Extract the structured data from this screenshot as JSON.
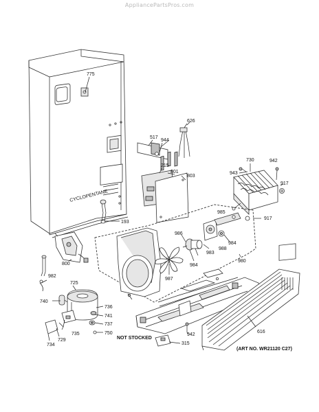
{
  "watermark": "AppliancePartsPros.com",
  "callouts": {
    "c775": "775",
    "c626": "626",
    "c517": "517",
    "c944": "944",
    "c215": "215",
    "c801": "801",
    "c803": "803",
    "c730": "730",
    "c942a": "942",
    "c943": "943",
    "c917a": "917",
    "c917b": "917",
    "c985": "985",
    "c193": "193",
    "c986": "986",
    "c984a": "984",
    "c988": "988",
    "c984b": "984",
    "c983": "983",
    "c980": "980",
    "c800": "800",
    "c987": "987",
    "c982": "982",
    "c725": "725",
    "c740": "740",
    "c736": "736",
    "c741": "741",
    "c737": "737",
    "c750": "750",
    "c729": "729",
    "c735": "735",
    "c734": "734",
    "c942b": "942",
    "c315": "315",
    "c616": "616"
  },
  "notes": {
    "not_stocked": "NOT STOCKED",
    "art_no": "(ART NO. WR21120 C27)"
  }
}
